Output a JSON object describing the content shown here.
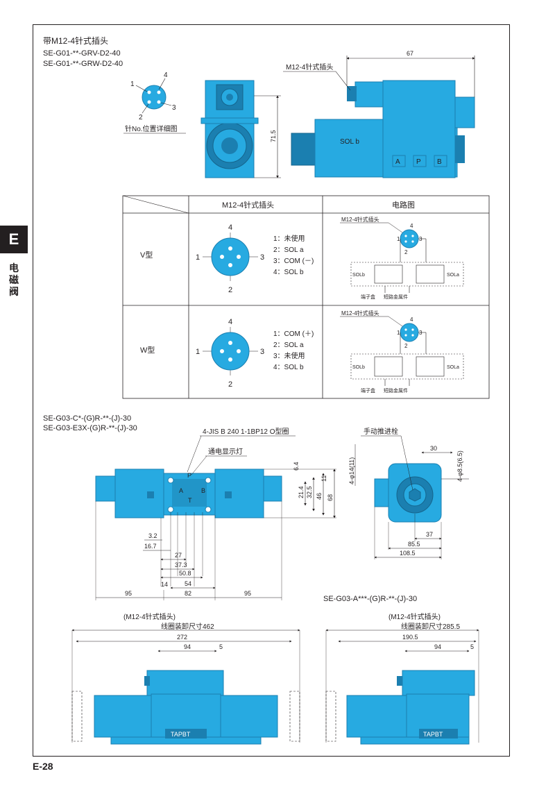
{
  "section": {
    "tab_letter": "E",
    "side_label": "电\n磁\n阀",
    "page_number": "E-28"
  },
  "top": {
    "heading": "带M12-4针式插头",
    "model_lines": [
      "SE-G01-**-GRV-D2-40",
      "SE-G01-**-GRW-D2-40"
    ],
    "pin_detail_caption": "针No.位置详细图",
    "pin_numbers": [
      "1",
      "2",
      "3",
      "4"
    ],
    "connector_label": "M12-4针式插头",
    "dim_width": "67",
    "dim_height": "71.5",
    "sol_label": "SOL b",
    "port_letters": [
      "A",
      "P",
      "B"
    ]
  },
  "table": {
    "col_headers": [
      "M12-4针式插头",
      "电路图"
    ],
    "rows": [
      {
        "type": "V型",
        "pins": [
          "1：未使用",
          "2：SOL a",
          "3：COM (－)",
          "4：SOL b"
        ]
      },
      {
        "type": "W型",
        "pins": [
          "1：COM (＋)",
          "2：SOL a",
          "3：未使用",
          "4：SOL b"
        ]
      }
    ],
    "connector_pins": [
      "4",
      "1",
      "3",
      "2"
    ],
    "circuit": {
      "connector_label": "M12-4针式插头",
      "sol_left": "SOLb",
      "sol_right": "SOLa",
      "terminal_box": "端子盒",
      "short_bar": "短路金属件",
      "pins": [
        "1",
        "2",
        "3",
        "4"
      ]
    }
  },
  "g03": {
    "model_lines": [
      "SE-G03-C*-(G)R-**-(J)-30",
      "SE-G03-E3X-(G)R-**-(J)-30"
    ],
    "oring_label": "4-JIS B 240 1-1BP12  O型圈",
    "lamp_label": "通电显示灯",
    "manual_pin_label": "手动推进栓",
    "port_letters": [
      "P",
      "A",
      "T",
      "B"
    ],
    "dims_right": [
      "6.4",
      "11",
      "21.4",
      "32.5",
      "46",
      "68"
    ],
    "dims_left_stack": [
      "3.2",
      "16.7",
      "27",
      "37.3",
      "50.8",
      "14",
      "54"
    ],
    "dims_bottom": [
      "95",
      "82",
      "95"
    ],
    "side_dims": [
      "4-φ14(11)",
      "30",
      "4-φ8.5(6.5)",
      "37",
      "85.5",
      "108.5"
    ]
  },
  "bottom": {
    "left": {
      "connector": "(M12-4针式插头)",
      "coil_clearance": "线圈装卸尺寸462",
      "dims": [
        "272",
        "94",
        "5"
      ],
      "nameplate": "TAPBT"
    },
    "right_model": "SE-G03-A***-(G)R-**-(J)-30",
    "right": {
      "connector": "(M12-4针式插头)",
      "coil_clearance": "线圈装卸尺寸285.5",
      "dims": [
        "190.5",
        "94",
        "5"
      ],
      "nameplate": "TAPBT"
    }
  },
  "colors": {
    "valve_blue": "#27aae1",
    "valve_dark": "#1b7fb0",
    "line": "#231f20"
  }
}
